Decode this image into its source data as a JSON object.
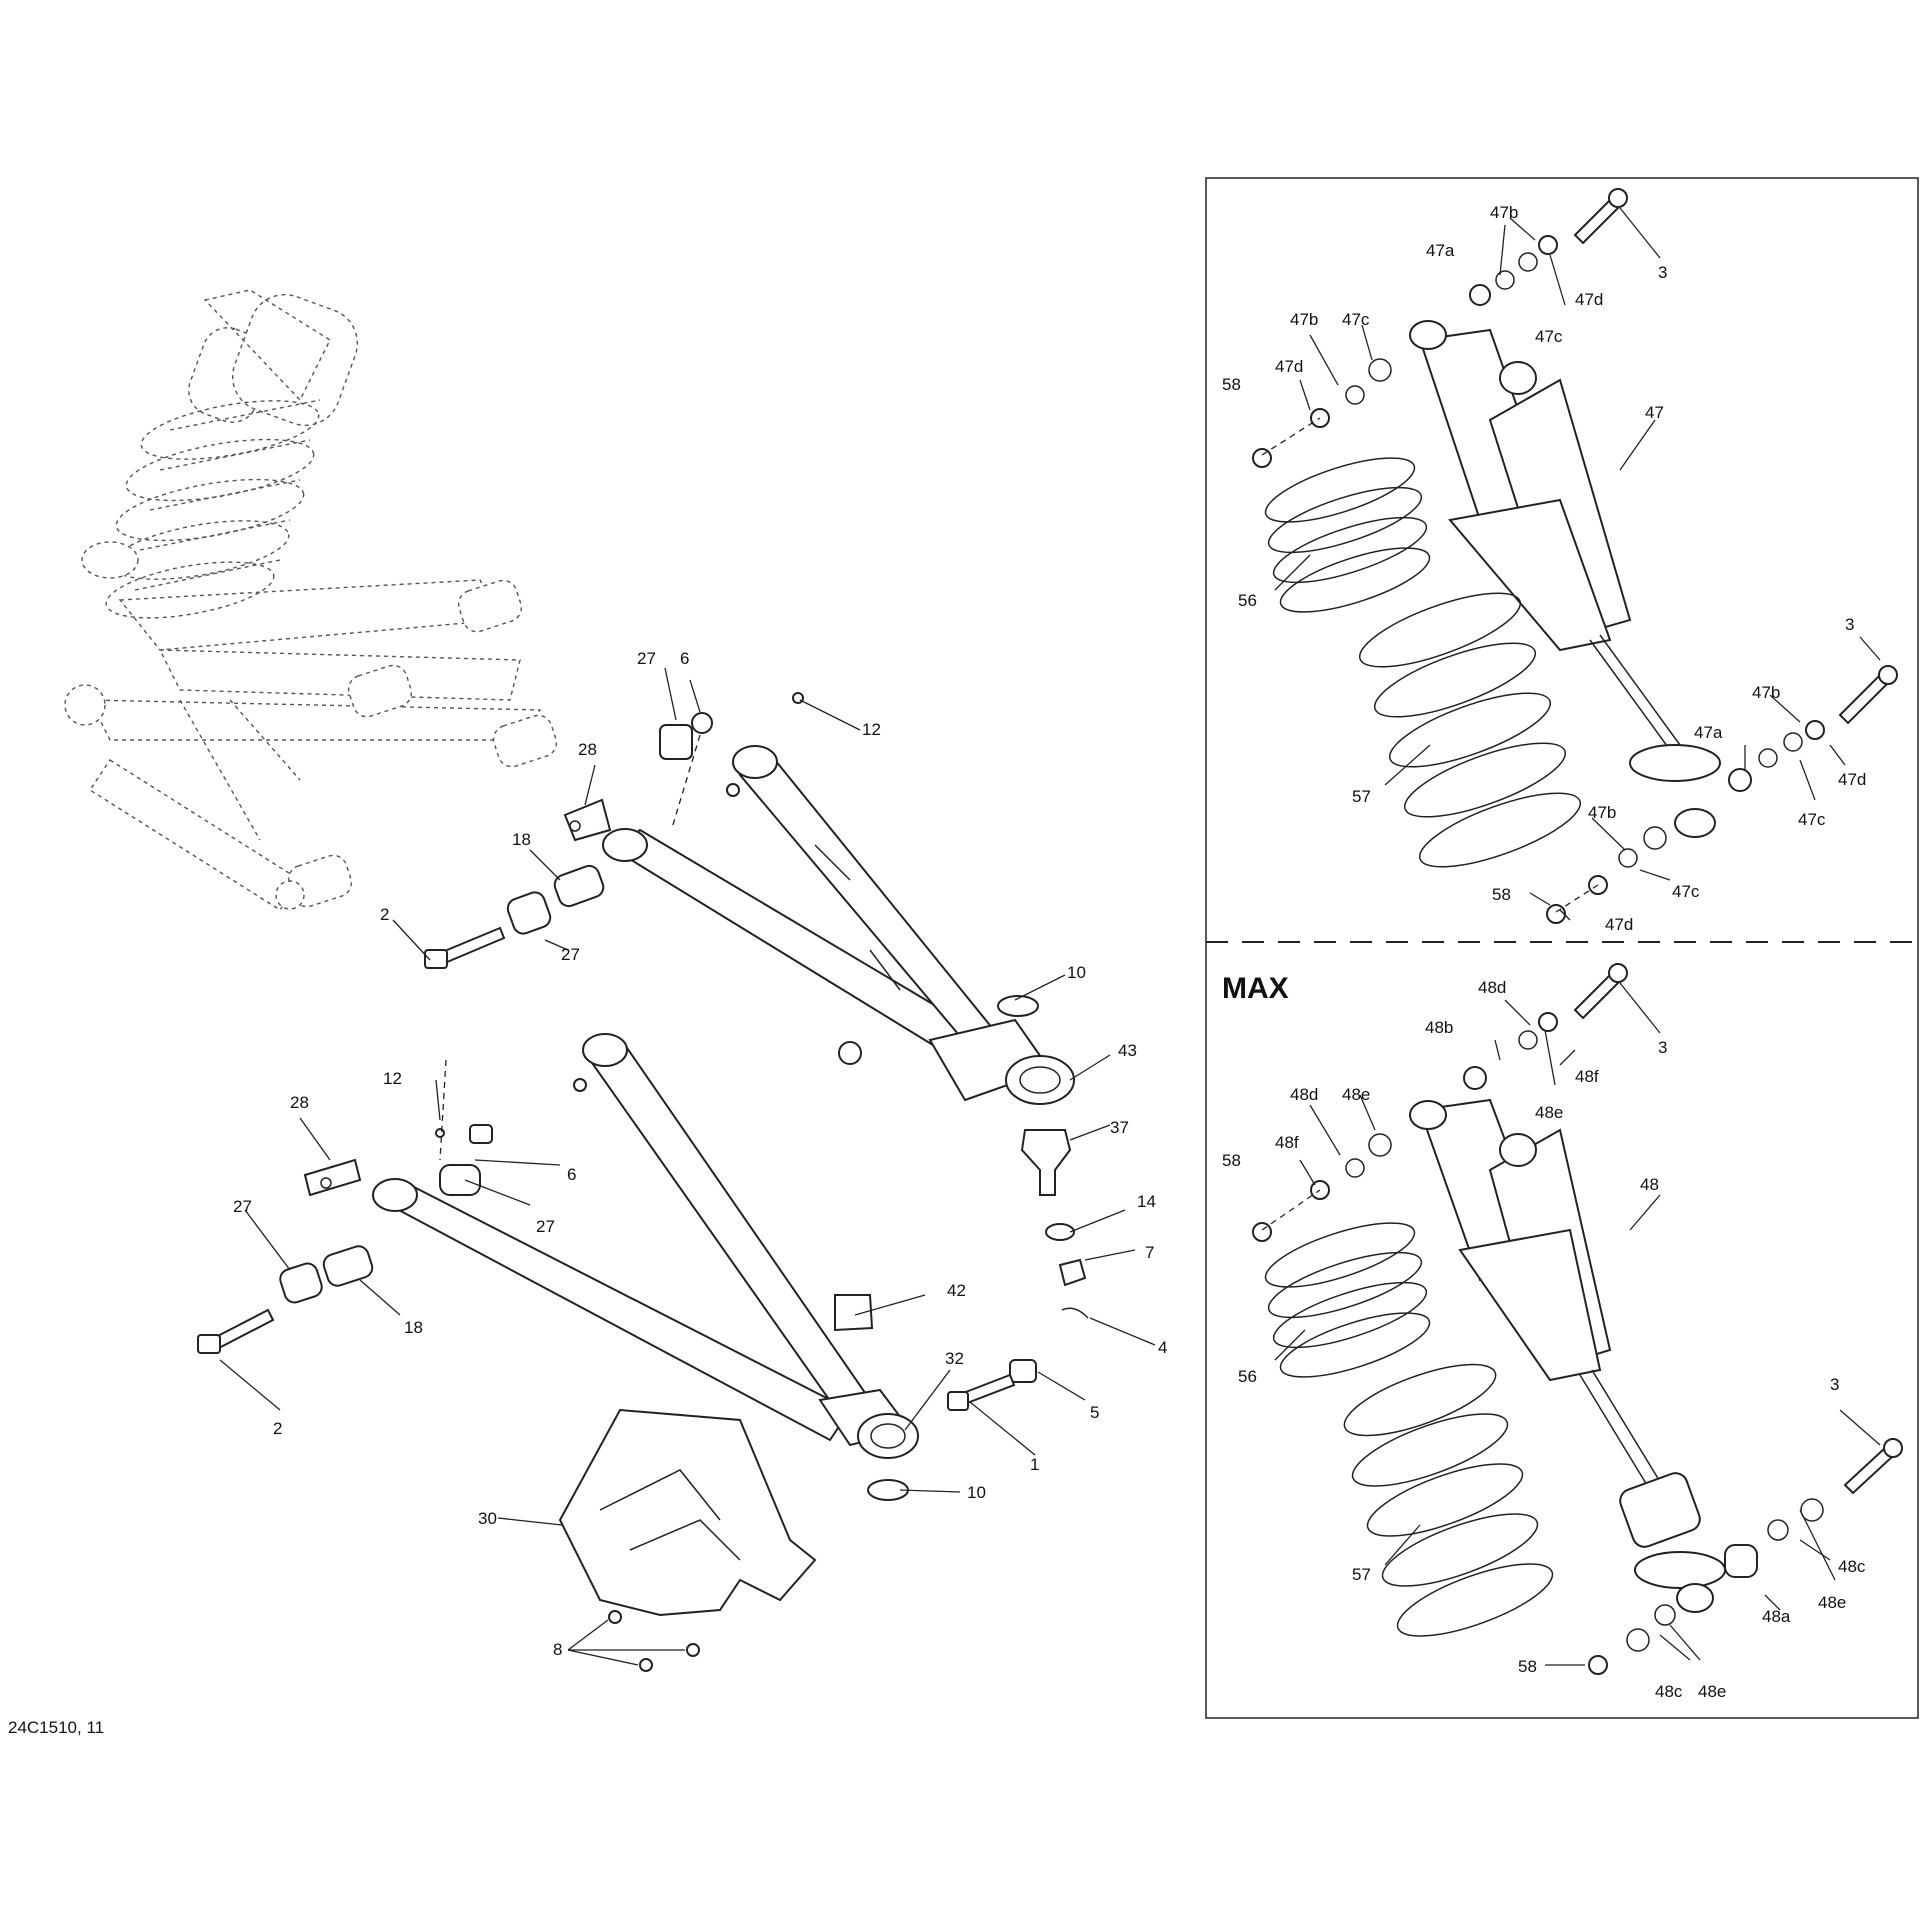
{
  "drawing_id": "24C1510, 11",
  "max_label": "MAX",
  "labels": {
    "l1": "1",
    "l2a": "2",
    "l2b": "2",
    "l3a": "3",
    "l3b": "3",
    "l3c": "3",
    "l3d": "3",
    "l4": "4",
    "l5": "5",
    "l6a": "6",
    "l6b": "6",
    "l7": "7",
    "l8": "8",
    "l10a": "10",
    "l10b": "10",
    "l12a": "12",
    "l12b": "12",
    "l14": "14",
    "l18a": "18",
    "l18b": "18",
    "l27a": "27",
    "l27b": "27",
    "l27c": "27",
    "l27d": "27",
    "l28a": "28",
    "l28b": "28",
    "l30": "30",
    "l32": "32",
    "l37": "37",
    "l42": "42",
    "l43": "43",
    "l47": "47",
    "l47a1": "47a",
    "l47a2": "47a",
    "l47b1": "47b",
    "l47b2": "47b",
    "l47b3": "47b",
    "l47b4": "47b",
    "l47c1": "47c",
    "l47c2": "47c",
    "l47c3": "47c",
    "l47c4": "47c",
    "l47d1": "47d",
    "l47d2": "47d",
    "l47d3": "47d",
    "l47d4": "47d",
    "l48": "48",
    "l48a": "48a",
    "l48b": "48b",
    "l48c1": "48c",
    "l48c2": "48c",
    "l48d1": "48d",
    "l48d2": "48d",
    "l48e1": "48e",
    "l48e2": "48e",
    "l48e3": "48e",
    "l48e4": "48e",
    "l48f1": "48f",
    "l48f2": "48f",
    "l56a": "56",
    "l56b": "56",
    "l57a": "57",
    "l57b": "57",
    "l58a": "58",
    "l58b": "58",
    "l58c": "58",
    "l58d": "58"
  }
}
